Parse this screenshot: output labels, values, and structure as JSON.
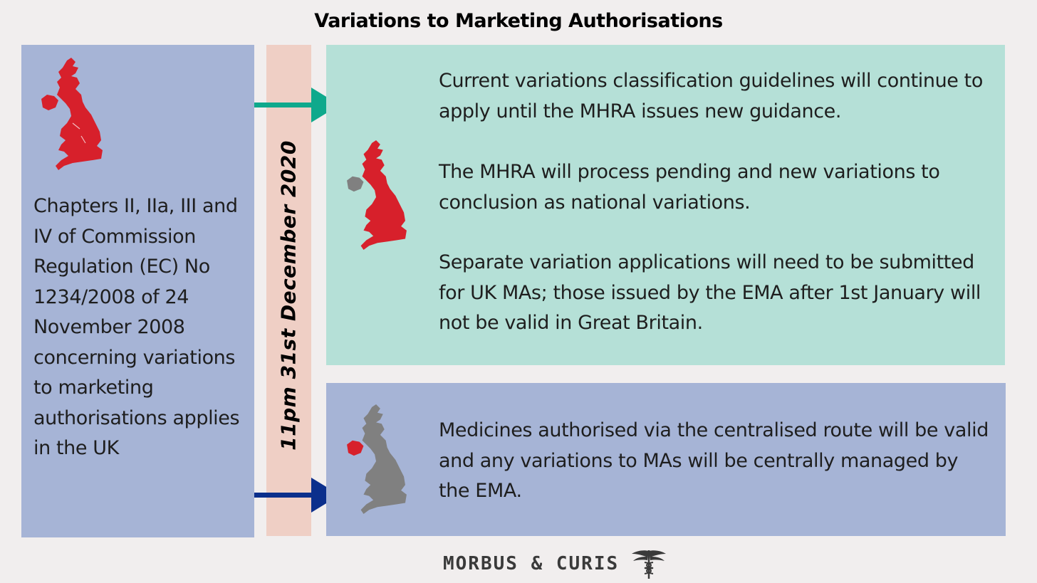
{
  "title": "Variations to Marketing Authorisations",
  "left_panel": {
    "text": "Chapters II, IIa, III and IV of Commission Regulation (EC) No 1234/2008 of 24 November 2008 concerning variations to marketing authorisations applies in the UK",
    "map_icon": "uk-map-icon"
  },
  "date_label": "11pm 31st December 2020",
  "top_box": {
    "paragraphs": [
      "Current variations classification guidelines will continue to apply until the MHRA issues new guidance.",
      "The MHRA will process pending and new variations to conclusion as national variations.",
      "Separate variation applications will need to be submitted for UK MAs; those issued by the EMA after 1st January will not be valid in Great Britain."
    ],
    "map_icon": "great-britain-map-icon"
  },
  "bottom_box": {
    "text": "Medicines authorised via the centralised route will be valid and any variations to MAs will be centrally managed by the EMA.",
    "map_icon": "northern-ireland-map-icon"
  },
  "footer": {
    "brand": "MORBUS & CURIS",
    "logo_icon": "caduceus-icon"
  },
  "colors": {
    "background": "#f1eeee",
    "left_panel": "#a6b4d6",
    "date_band": "#efcfc5",
    "top_box": "#b5e0d7",
    "bottom_box": "#a6b4d6",
    "map_red": "#d7202b",
    "map_grey": "#808080",
    "arrow_teal": "#0fa98c",
    "arrow_navy": "#0b2f8c"
  }
}
